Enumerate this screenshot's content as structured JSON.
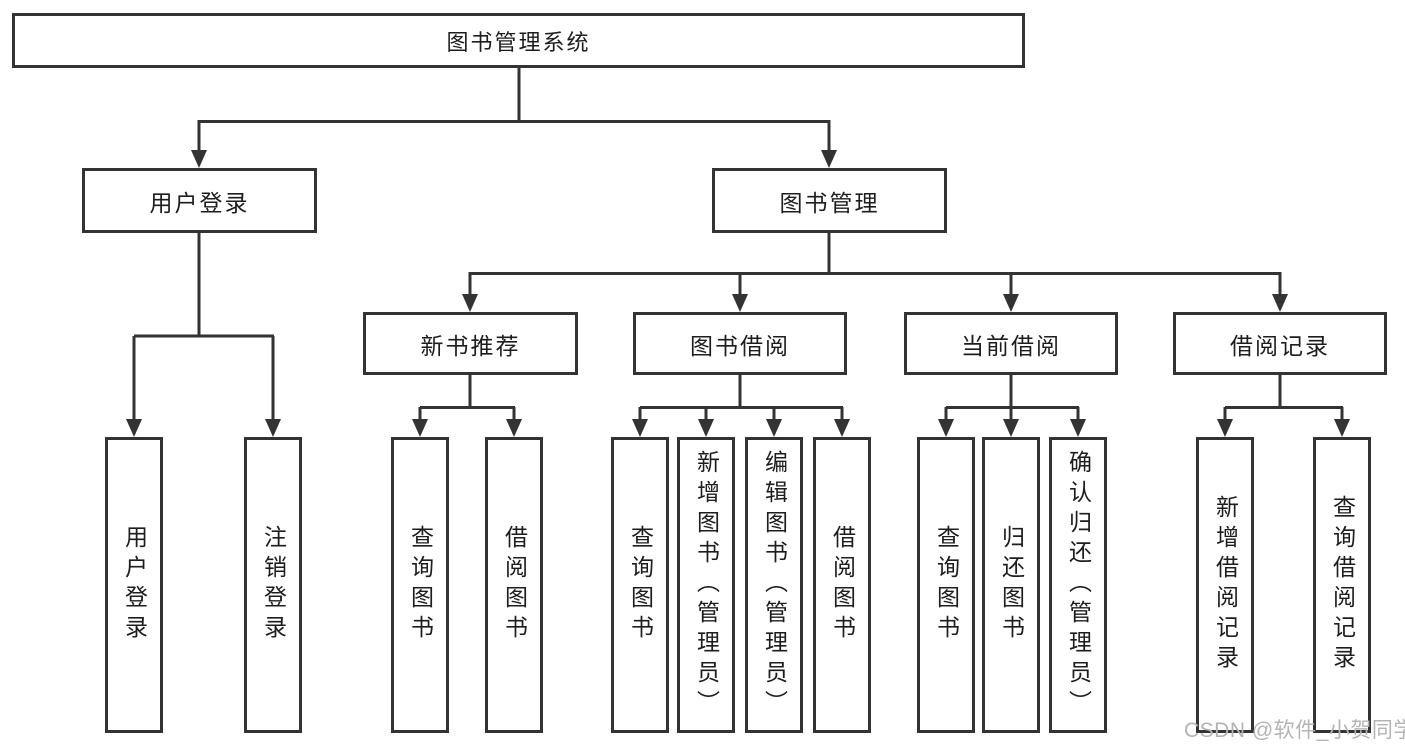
{
  "tree": {
    "label": "图书管理系统",
    "children": [
      {
        "label": "用户登录",
        "children": [
          {
            "label": "用户登录"
          },
          {
            "label": "注销登录"
          }
        ]
      },
      {
        "label": "图书管理",
        "children": [
          {
            "label": "新书推荐",
            "children": [
              {
                "label": "查询图书"
              },
              {
                "label": "借阅图书"
              }
            ]
          },
          {
            "label": "图书借阅",
            "children": [
              {
                "label": "查询图书"
              },
              {
                "label": "新增图书（管理员）"
              },
              {
                "label": "编辑图书（管理员）"
              },
              {
                "label": "借阅图书"
              }
            ]
          },
          {
            "label": "当前借阅",
            "children": [
              {
                "label": "查询图书"
              },
              {
                "label": "归还图书"
              },
              {
                "label": "确认归还（管理员）"
              }
            ]
          },
          {
            "label": "借阅记录",
            "children": [
              {
                "label": "新增借阅记录"
              },
              {
                "label": "查询借阅记录"
              }
            ]
          }
        ]
      }
    ]
  },
  "watermark": {
    "text": "CSDN @软件_小贺同学"
  },
  "colors": {
    "line": "#333333",
    "text": "#1d1d1d",
    "watermark": "#b4b4b4",
    "background": "#ffffff"
  }
}
